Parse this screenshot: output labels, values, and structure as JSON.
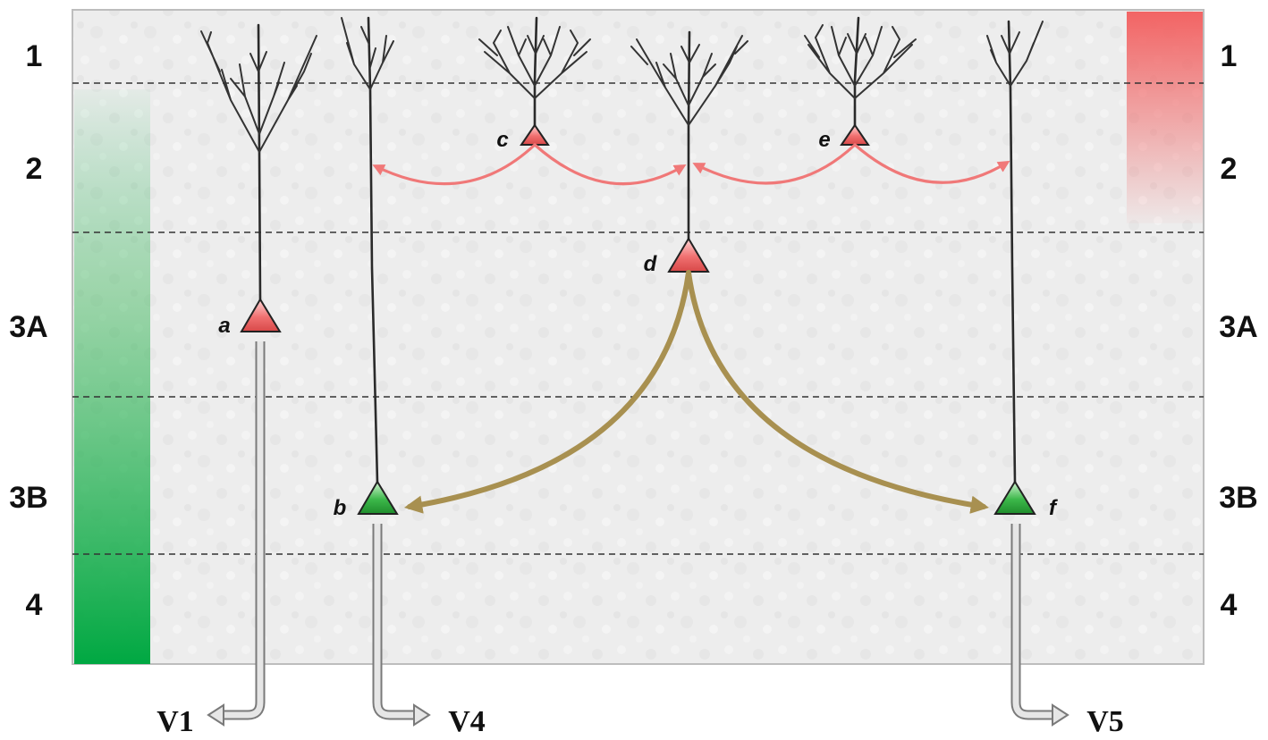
{
  "layers": {
    "left": [
      "1",
      "2",
      "3A",
      "3B",
      "4"
    ],
    "right": [
      "1",
      "2",
      "3A",
      "3B",
      "4"
    ]
  },
  "neurons": {
    "a": "a",
    "b": "b",
    "c": "c",
    "d": "d",
    "e": "e",
    "f": "f"
  },
  "targets": {
    "v1": "V1",
    "v4": "V4",
    "v5": "V5"
  },
  "colors": {
    "background_panel": "#ececec",
    "red_neuron": "#f06a6a",
    "green_neuron": "#2fae3a",
    "red_connection": "#f07878",
    "gold_connection": "#a89050",
    "green_gradient_bar": "#00a842",
    "red_gradient_bar": "#f26464",
    "axon_arrow": "#c8c8c8",
    "dashed_boundary": "#333333"
  }
}
